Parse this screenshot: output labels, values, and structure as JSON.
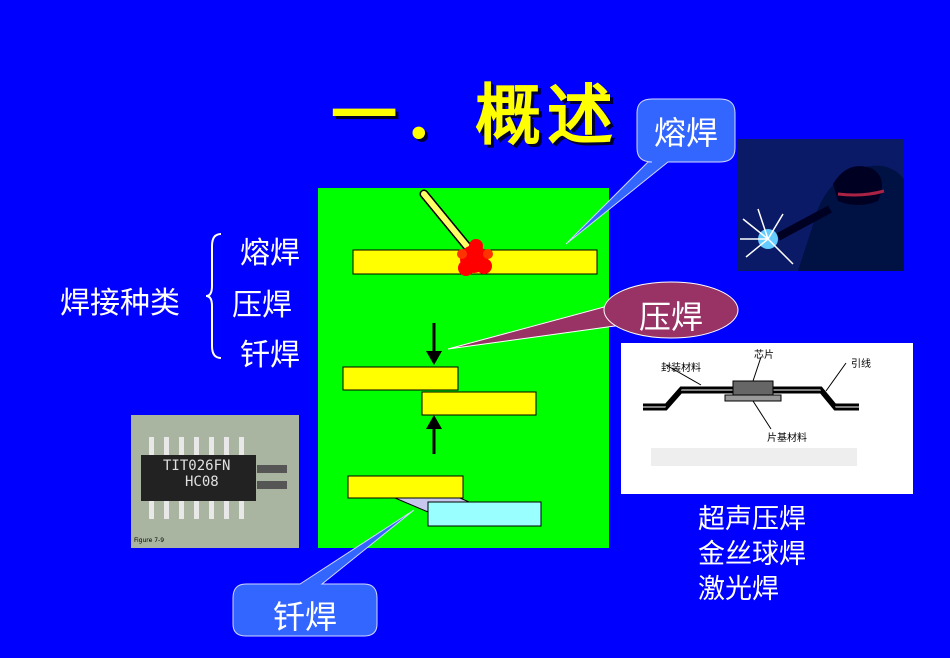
{
  "title": "一．概述",
  "classification": {
    "root_label": "焊接种类",
    "items": [
      "熔焊",
      "压焊",
      "钎焊"
    ]
  },
  "callouts": {
    "fusion": "熔焊",
    "pressure": "压焊",
    "brazing": "钎焊"
  },
  "package_figure": {
    "labels": {
      "encapsulant": "封装材料",
      "chip": "芯片",
      "lead": "引线",
      "substrate": "片基材料"
    }
  },
  "ic_photo": {
    "marking_line1": "TIT026FN",
    "marking_line2": "HC08",
    "figure_label": "Figure 7-9"
  },
  "methods": [
    "超声压焊",
    "金丝球焊",
    "激光焊"
  ],
  "colors": {
    "background": "#0000ff",
    "title": "#ffff00",
    "panel": "#00ff00",
    "plate": "#ffff00",
    "solder_plate": "#99ffff",
    "callout_blue": "#3366ff",
    "callout_maroon": "#993366",
    "flame": "#ff0000"
  }
}
